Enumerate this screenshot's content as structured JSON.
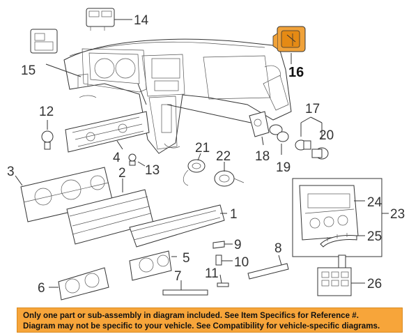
{
  "callouts": {
    "c1": "1",
    "c2": "2",
    "c3": "3",
    "c4": "4",
    "c5": "5",
    "c6": "6",
    "c7": "7",
    "c8": "8",
    "c9": "9",
    "c10": "10",
    "c11": "11",
    "c12": "12",
    "c13": "13",
    "c14": "14",
    "c15": "15",
    "c16": "16",
    "c17": "17",
    "c18": "18",
    "c19": "19",
    "c20": "20",
    "c21": "21",
    "c22": "22",
    "c23": "23",
    "c24": "24",
    "c25": "25",
    "c26": "26"
  },
  "highlight_color": "#f0a23a",
  "disclaimer": {
    "line1": "Only one part or sub-assembly in diagram included. See Item Specifics for Reference #.",
    "line2": "Diagram may not be specific to your vehicle. See Compatibility for vehicle-specific diagrams."
  }
}
